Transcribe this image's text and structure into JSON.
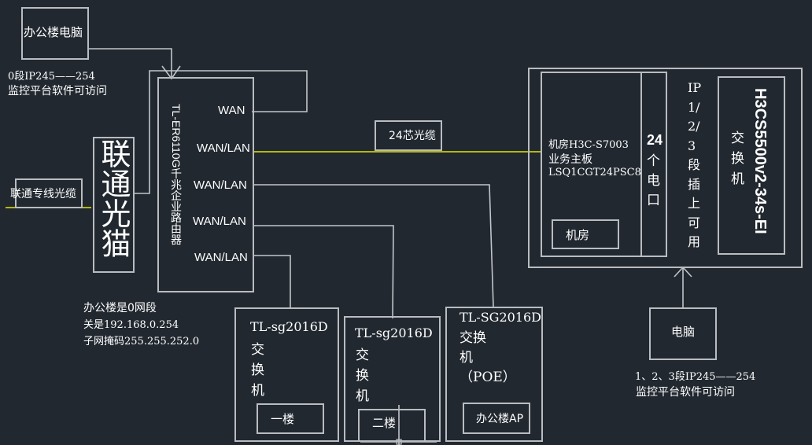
{
  "office_pc": {
    "label": "办公楼电脑",
    "note_line1": "0段IP245——254",
    "note_line2": "监控平台软件可访问"
  },
  "unicom_cable": {
    "label": "联通专线光缆"
  },
  "optical_modem": {
    "label": "联通光猫"
  },
  "router": {
    "model_label": "TL-ER6110G千兆企业路由器",
    "ports": [
      "WAN",
      "WAN/LAN",
      "WAN/LAN",
      "WAN/LAN",
      "WAN/LAN"
    ]
  },
  "office_segment_note": {
    "line1": "办公楼是0网段",
    "line2": "关是192.168.0.254",
    "line3": "子网掩码255.255.252.0"
  },
  "fiber_cable": {
    "label": "24芯光缆"
  },
  "switch_floor1": {
    "model": "TL-sg2016D",
    "type_chars": [
      "交",
      "换",
      "机"
    ],
    "location": "一楼"
  },
  "switch_floor2": {
    "model": "TL-sg2016D",
    "type_chars": [
      "交",
      "换",
      "机"
    ],
    "location": "二楼"
  },
  "switch_poe": {
    "model": "TL-SG2016D",
    "type_lines": [
      "交换",
      "机",
      "（POE）"
    ],
    "location": "办公楼AP"
  },
  "server_room": {
    "board_line1": "机房H3C-S7003",
    "board_line2": "业务主板",
    "board_line3": "LSQ1CGT24PSC8",
    "room_label": "机房",
    "ports_number": "24",
    "ports_chars": [
      "个",
      "电",
      "口"
    ],
    "ip_note_chars": [
      "IP",
      "1/",
      "2/",
      "3",
      "段",
      "插",
      "上",
      "可",
      "用"
    ],
    "switch_model": "H3CS5500v2-34s-EI",
    "switch_type_chars": [
      "交",
      "换",
      "机"
    ]
  },
  "monitor_pc": {
    "label": "电脑",
    "note_line1": "1、2、3段IP245——254",
    "note_line2": "监控平台软件可访问"
  },
  "colors": {
    "background": "#212830",
    "line": "#b9bcc0",
    "fiber": "#e6e600"
  }
}
